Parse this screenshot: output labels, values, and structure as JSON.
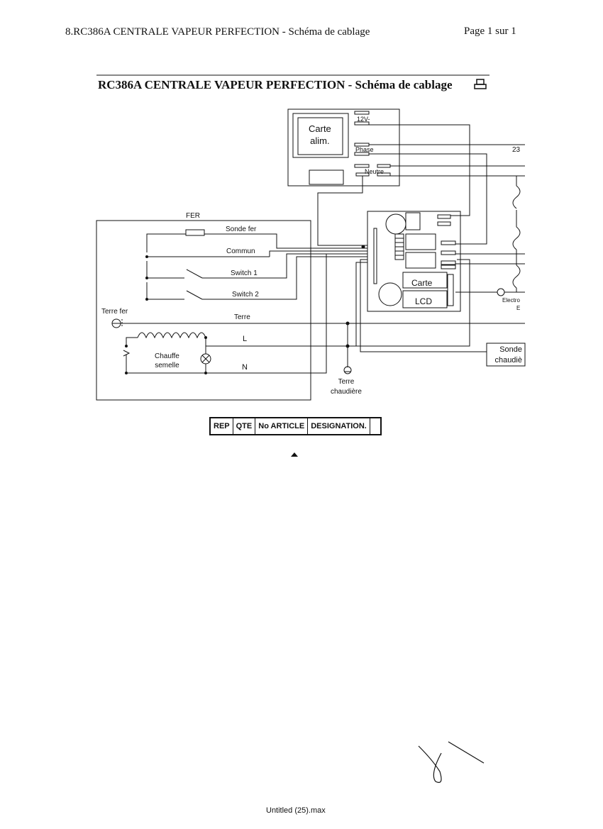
{
  "header": {
    "doc_title": "8.RC386A CENTRALE VAPEUR PERFECTION - Schéma de cablage",
    "page": "Page 1 sur 1"
  },
  "title": "RC386A CENTRALE VAPEUR PERFECTION - Schéma de cablage",
  "diagram": {
    "carte_alim": [
      "Carte",
      "alim."
    ],
    "v12": "12V-",
    "phase": "Phase",
    "neutre": "Neutre",
    "v23": "23",
    "fer": "FER",
    "sonde_fer": "Sonde fer",
    "commun": "Commun",
    "switch1": "Switch 1",
    "switch2": "Switch 2",
    "terre_fer": "Terre fer",
    "terre": "Terre",
    "l": "L",
    "n": "N",
    "chauffe": [
      "Chauffe",
      "semelle"
    ],
    "carte_lcd": [
      "Carte",
      "LCD"
    ],
    "sonde_chaudiere": [
      "Sonde",
      "chaudiè"
    ],
    "terre_chaudiere": [
      "Terre",
      "chaudière"
    ],
    "electro": [
      "Electro",
      "E"
    ]
  },
  "table": {
    "columns": [
      "REP",
      "QTE",
      "No ARTICLE",
      "DESIGNATION."
    ]
  },
  "footer": {
    "filename": "Untitled (25).max"
  }
}
